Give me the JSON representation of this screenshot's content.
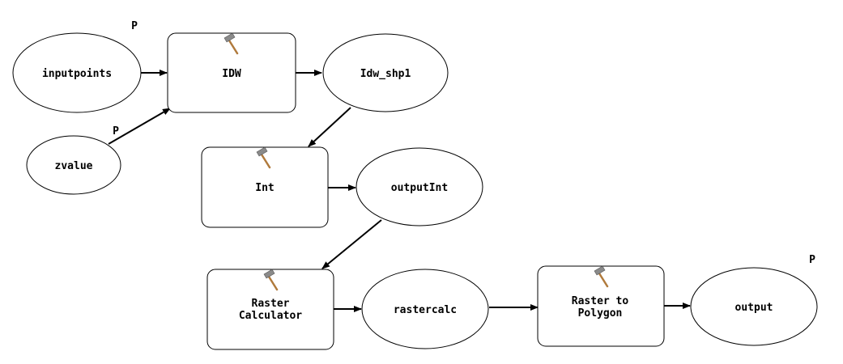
{
  "diagram": {
    "nodes": {
      "inputpoints": {
        "label": "inputpoints",
        "parameter_marker": "P"
      },
      "zvalue": {
        "label": "zvalue",
        "parameter_marker": "P"
      },
      "idw_tool": {
        "label": "IDW",
        "icon": "hammer-icon"
      },
      "idw_shp1": {
        "label": "Idw_shp1"
      },
      "int_tool": {
        "label": "Int",
        "icon": "hammer-icon"
      },
      "outputint": {
        "label": "outputInt"
      },
      "raster_calc_tool": {
        "label_line1": "Raster",
        "label_line2": "Calculator",
        "icon": "hammer-icon"
      },
      "rastercalc": {
        "label": "rastercalc"
      },
      "raster_to_polygon_tool": {
        "label_line1": "Raster to",
        "label_line2": "Polygon",
        "icon": "hammer-icon"
      },
      "output": {
        "label": "output",
        "parameter_marker": "P"
      }
    },
    "colors": {
      "outline": "#000000",
      "fill": "#ffffff",
      "hammer_head": "#8a8a8a",
      "hammer_handle": "#b07a3c"
    }
  }
}
